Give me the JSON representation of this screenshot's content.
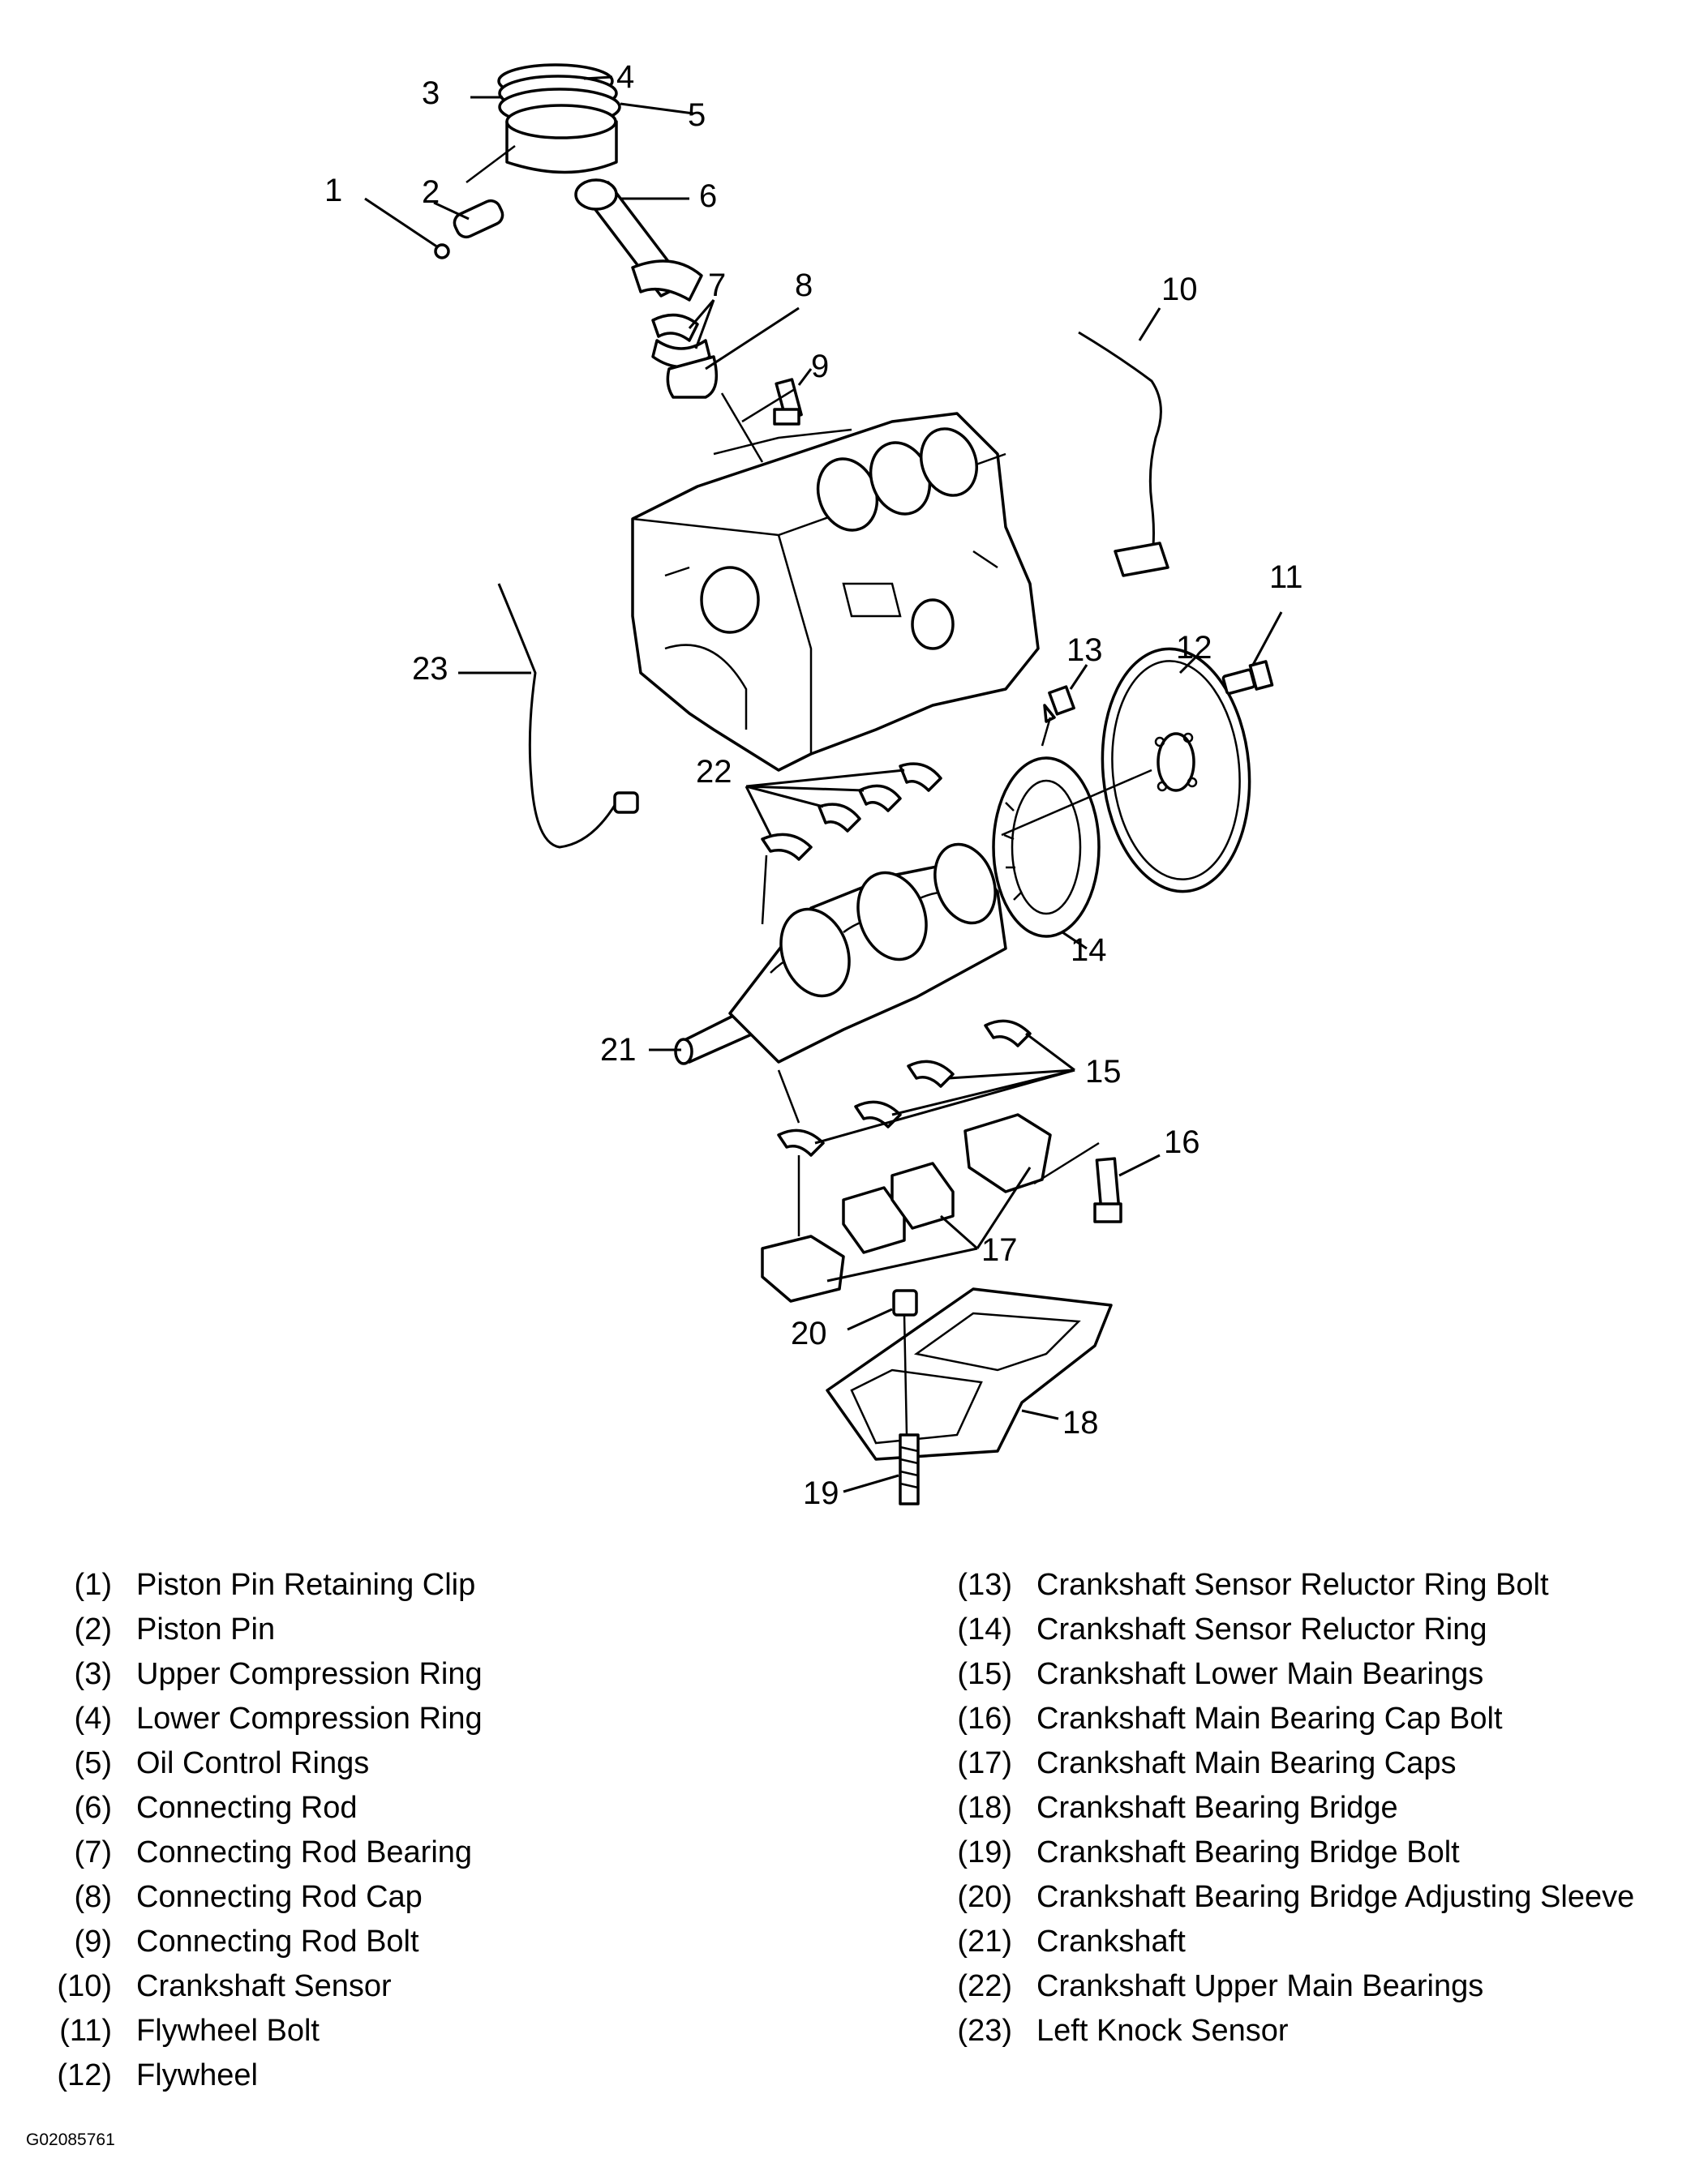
{
  "callouts": [
    "1",
    "2",
    "3",
    "4",
    "5",
    "6",
    "7",
    "8",
    "9",
    "10",
    "11",
    "12",
    "13",
    "14",
    "15",
    "16",
    "17",
    "18",
    "19",
    "20",
    "21",
    "22",
    "23"
  ],
  "legend": [
    {
      "num": "(1)",
      "label": "Piston Pin Retaining Clip"
    },
    {
      "num": "(2)",
      "label": "Piston Pin"
    },
    {
      "num": "(3)",
      "label": "Upper Compression Ring"
    },
    {
      "num": "(4)",
      "label": "Lower Compression Ring"
    },
    {
      "num": "(5)",
      "label": "Oil Control Rings"
    },
    {
      "num": "(6)",
      "label": "Connecting Rod"
    },
    {
      "num": "(7)",
      "label": "Connecting Rod Bearing"
    },
    {
      "num": "(8)",
      "label": "Connecting Rod Cap"
    },
    {
      "num": "(9)",
      "label": "Connecting Rod Bolt"
    },
    {
      "num": "(10)",
      "label": "Crankshaft Sensor"
    },
    {
      "num": "(11)",
      "label": "Flywheel Bolt"
    },
    {
      "num": "(12)",
      "label": "Flywheel"
    },
    {
      "num": "(13)",
      "label": "Crankshaft Sensor Reluctor Ring Bolt"
    },
    {
      "num": "(14)",
      "label": "Crankshaft Sensor Reluctor Ring"
    },
    {
      "num": "(15)",
      "label": "Crankshaft Lower Main Bearings"
    },
    {
      "num": "(16)",
      "label": "Crankshaft Main Bearing Cap Bolt"
    },
    {
      "num": "(17)",
      "label": "Crankshaft Main Bearing Caps"
    },
    {
      "num": "(18)",
      "label": "Crankshaft Bearing Bridge"
    },
    {
      "num": "(19)",
      "label": "Crankshaft Bearing Bridge Bolt"
    },
    {
      "num": "(20)",
      "label": "Crankshaft Bearing Bridge Adjusting Sleeve"
    },
    {
      "num": "(21)",
      "label": "Crankshaft"
    },
    {
      "num": "(22)",
      "label": "Crankshaft Upper Main Bearings"
    },
    {
      "num": "(23)",
      "label": "Left Knock Sensor"
    }
  ],
  "figure_id": "G02085761"
}
